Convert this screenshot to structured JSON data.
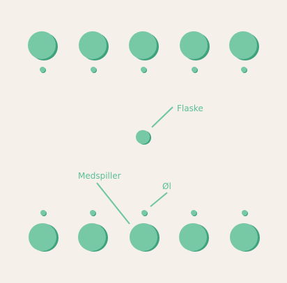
{
  "colors": {
    "background": "#f5f0ea",
    "circle_fill": "#77c9a5",
    "circle_shadow": "#3ea27c",
    "label": "#5bbf96",
    "line": "#6cc59f"
  },
  "labels": {
    "bottle": "Flaske",
    "player": "Medspiller",
    "beer": "Øl"
  }
}
